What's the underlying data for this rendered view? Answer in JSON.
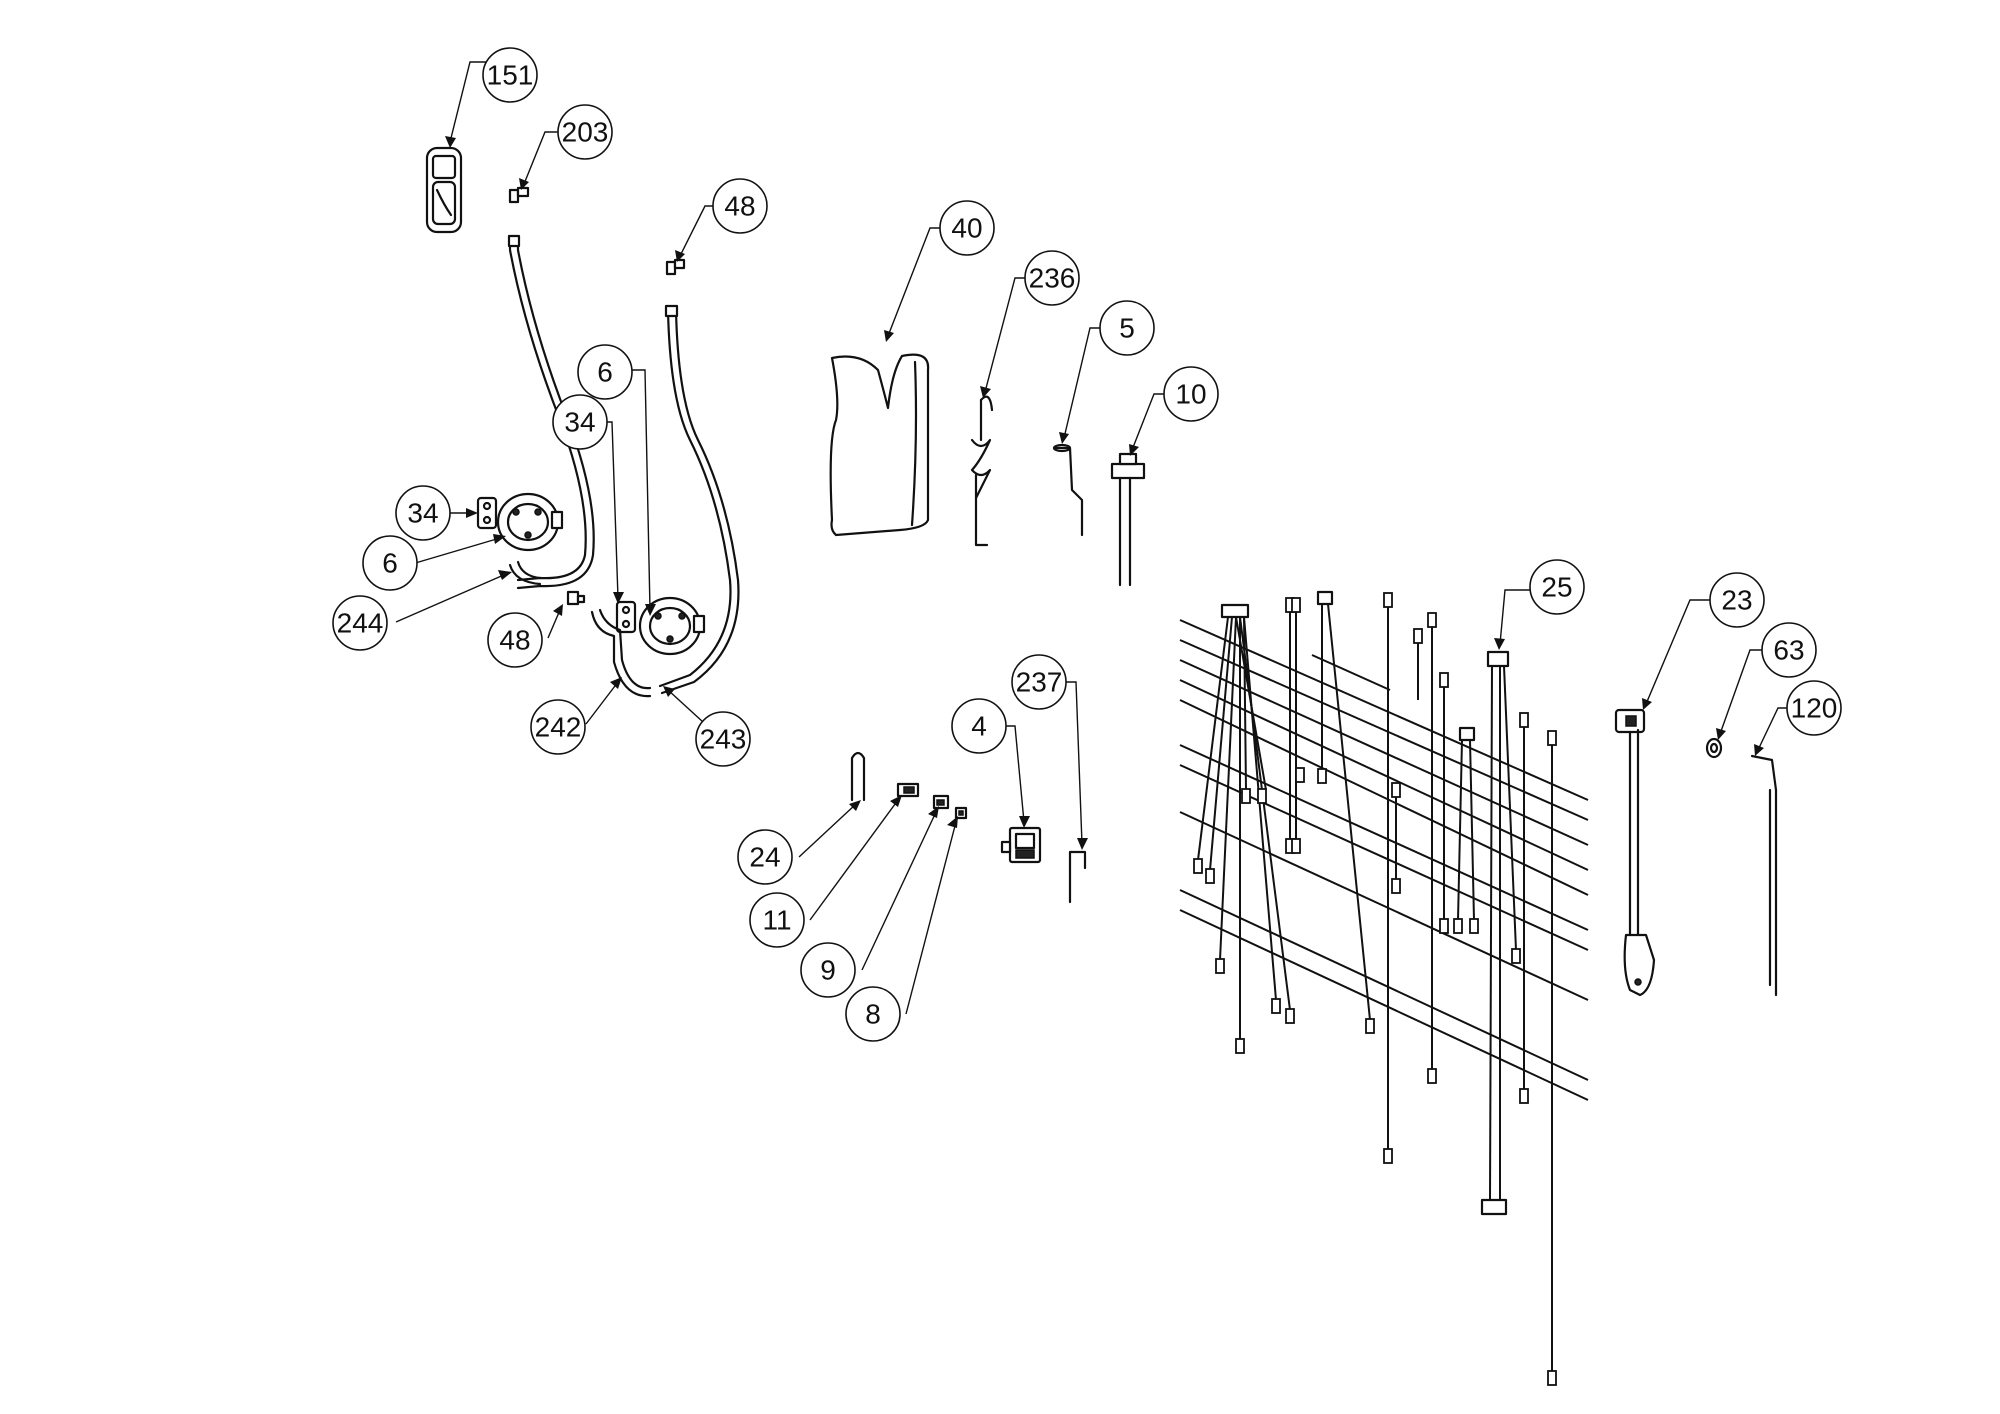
{
  "callouts": [
    {
      "id": "151"
    },
    {
      "id": "203"
    },
    {
      "id": "48"
    },
    {
      "id": "6"
    },
    {
      "id": "34"
    },
    {
      "id": "34"
    },
    {
      "id": "6"
    },
    {
      "id": "244"
    },
    {
      "id": "48"
    },
    {
      "id": "242"
    },
    {
      "id": "243"
    },
    {
      "id": "40"
    },
    {
      "id": "236"
    },
    {
      "id": "5"
    },
    {
      "id": "10"
    },
    {
      "id": "25"
    },
    {
      "id": "23"
    },
    {
      "id": "63"
    },
    {
      "id": "120"
    },
    {
      "id": "237"
    },
    {
      "id": "4"
    },
    {
      "id": "24"
    },
    {
      "id": "11"
    },
    {
      "id": "9"
    },
    {
      "id": "8"
    }
  ]
}
